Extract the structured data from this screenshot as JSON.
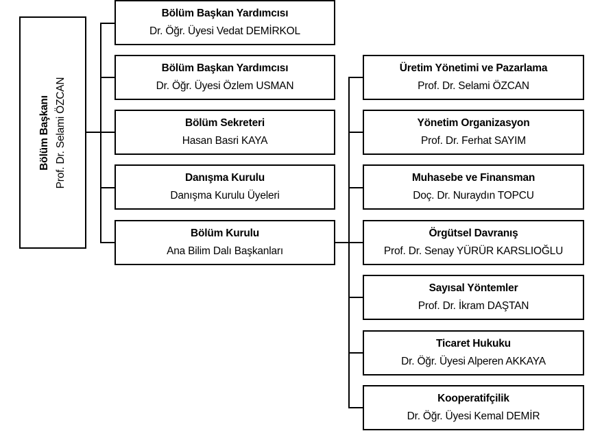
{
  "head": {
    "title": "Bölüm Başkanı",
    "name": "Prof. Dr. Selami ÖZCAN"
  },
  "left_boxes": [
    {
      "title": "Bölüm Başkan Yardımcısı",
      "name": "Dr. Öğr. Üyesi Vedat DEMİRKOL"
    },
    {
      "title": "Bölüm Başkan Yardımcısı",
      "name": "Dr. Öğr. Üyesi Özlem USMAN"
    },
    {
      "title": "Bölüm Sekreteri",
      "name": "Hasan Basri KAYA"
    },
    {
      "title": "Danışma Kurulu",
      "name": "Danışma Kurulu Üyeleri"
    },
    {
      "title": "Bölüm Kurulu",
      "name": "Ana Bilim Dalı Başkanları"
    }
  ],
  "right_boxes": [
    {
      "title": "Üretim Yönetimi ve Pazarlama",
      "name": "Prof. Dr. Selami ÖZCAN"
    },
    {
      "title": "Yönetim Organizasyon",
      "name": "Prof. Dr. Ferhat SAYIM"
    },
    {
      "title": "Muhasebe ve Finansman",
      "name": "Doç. Dr. Nuraydın TOPCU"
    },
    {
      "title": "Örgütsel Davranış",
      "name": "Prof. Dr. Senay YÜRÜR KARSLIOĞLU"
    },
    {
      "title": "Sayısal Yöntemler",
      "name": "Prof. Dr. İkram DAŞTAN"
    },
    {
      "title": "Ticaret Hukuku",
      "name": "Dr. Öğr. Üyesi Alperen AKKAYA"
    },
    {
      "title": "Kooperatifçilik",
      "name": "Dr. Öğr. Üyesi Kemal DEMİR"
    }
  ]
}
